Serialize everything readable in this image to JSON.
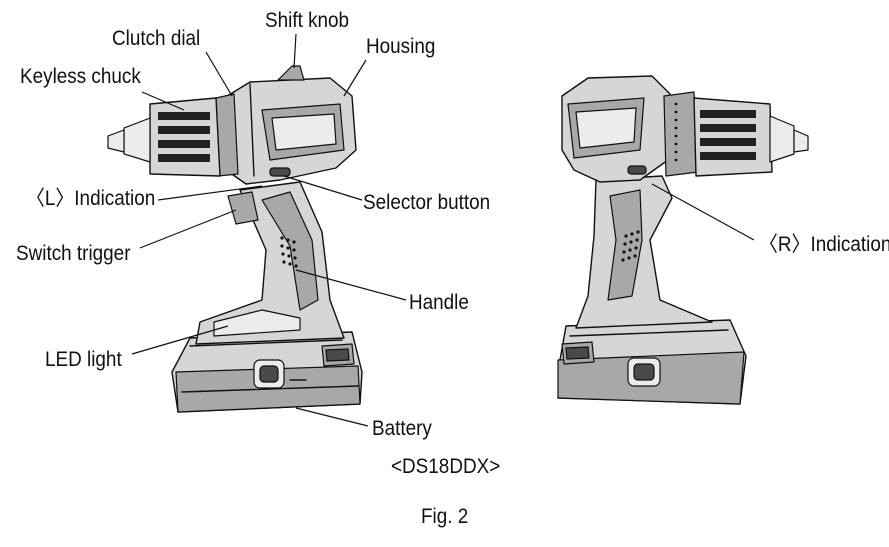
{
  "labels": {
    "clutch_dial": "Clutch dial",
    "shift_knob": "Shift knob",
    "housing": "Housing",
    "keyless_chuck": "Keyless chuck",
    "l_indication": "〈L〉Indication",
    "selector_button": "Selector button",
    "switch_trigger": "Switch trigger",
    "handle": "Handle",
    "led_light": "LED light",
    "battery": "Battery",
    "r_indication": "〈R〉Indication"
  },
  "model": "<DS18DDX>",
  "caption": "Fig. 2"
}
